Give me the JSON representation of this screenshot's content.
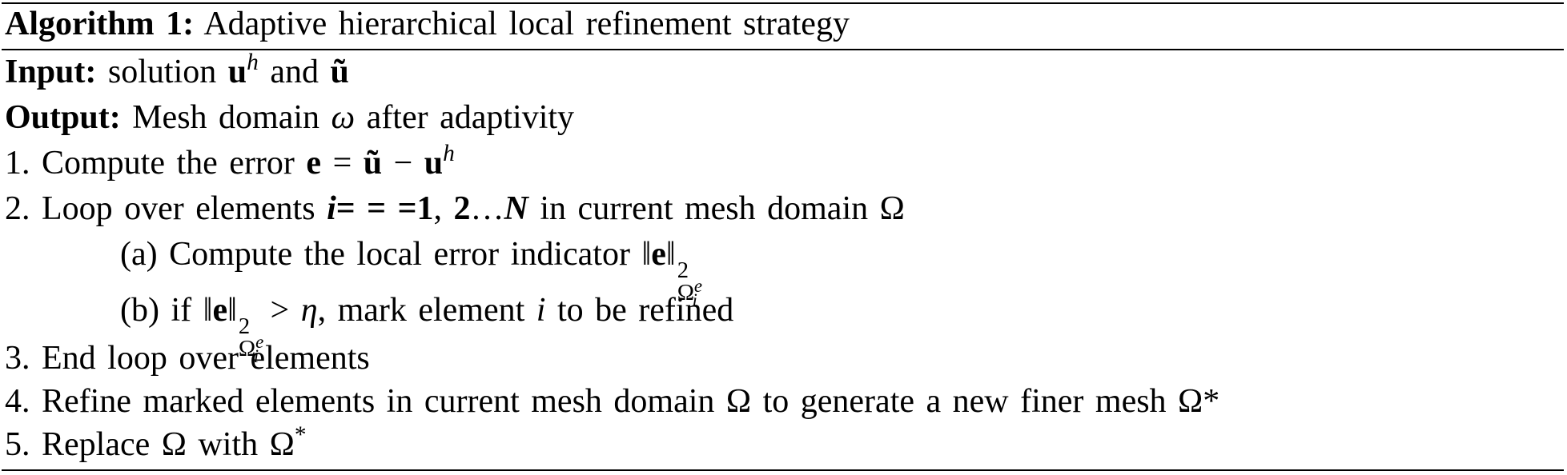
{
  "algorithm": {
    "label": "Algorithm 1:",
    "title": "Adaptive hierarchical local refinement strategy"
  },
  "input": {
    "label": "Input:",
    "text_before": "solution",
    "u": "u",
    "u_sup": "h",
    "and": "and",
    "u_tilde": "ũ"
  },
  "output": {
    "label": "Output:",
    "text_before": "Mesh domain",
    "omega": "ω",
    "text_after": "after adaptivity"
  },
  "steps": {
    "s1": {
      "num": "1.",
      "text": "Compute the error",
      "eq_e": "e",
      "eq_mid": " = ",
      "eq_ut": "ũ",
      "eq_minus": " − ",
      "eq_u": "u",
      "eq_sup": "h"
    },
    "s2": {
      "num": "2.",
      "text_before": "Loop over elements",
      "i": "i",
      "mid": "= = =",
      "one": "1",
      "comma": ",",
      "two": "2",
      "dots": "…",
      "N": "N",
      "text_after": "in current mesh domain Ω"
    },
    "s2a": {
      "label": "(a)",
      "text": "Compute the local error indicator",
      "norm_open": "‖",
      "e": "e",
      "norm_close": "‖",
      "sup": "2",
      "sub_omega": "Ω",
      "sub_e": "e",
      "sub_i": "i"
    },
    "s2b": {
      "label": "(b)",
      "if": "if",
      "norm_open": "‖",
      "e": "e",
      "norm_close": "‖",
      "sup": "2",
      "sub_omega": "Ω",
      "sub_e": "e",
      "sub_i": "i",
      "gt": " > ",
      "eta": "η",
      "text_mid": ", mark element",
      "i": "i",
      "text_after": "to be refined"
    },
    "s3": {
      "num": "3.",
      "text": "End loop over elements"
    },
    "s4": {
      "num": "4.",
      "text": "Refine marked elements in current mesh domain Ω to generate a new finer mesh Ω*"
    },
    "s5": {
      "num": "5.",
      "text": "Replace Ω with Ω",
      "sup": "*"
    }
  }
}
